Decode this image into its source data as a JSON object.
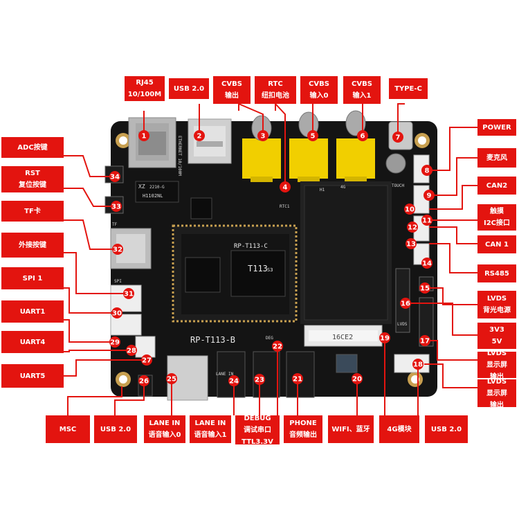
{
  "board": {
    "silk_name": "RP-T113-B",
    "core_module": "RP-T113-C",
    "soc_label": "T113",
    "soc_sub": "S3",
    "conn_label": "16CE2",
    "chip_xz": "XZ",
    "chip_xz_code": "2210-G",
    "chip_xz_part": "H1102NL",
    "silk_4g": "4G",
    "silk_touch": "TOUCH",
    "silk_lane": "LANE IN",
    "silk_spi": "SPI",
    "silk_tf": "TF",
    "silk_deg": "DEG",
    "silk_h1": "H1",
    "silk_rtc": "RTC1",
    "silk_lvds": "LVDS",
    "silk_ethernet": "ETHERNET 10/100M"
  },
  "callouts": [
    {
      "n": "1",
      "lines": [
        "RJ45",
        "10/100M"
      ]
    },
    {
      "n": "2",
      "lines": [
        "USB 2.0"
      ]
    },
    {
      "n": "3",
      "lines": [
        "CVBS",
        "输出"
      ]
    },
    {
      "n": "4",
      "lines": [
        "RTC",
        "纽扣电池"
      ]
    },
    {
      "n": "5",
      "lines": [
        "CVBS",
        "输入0"
      ]
    },
    {
      "n": "6",
      "lines": [
        "CVBS",
        "输入1"
      ]
    },
    {
      "n": "7",
      "lines": [
        "TYPE-C"
      ]
    },
    {
      "n": "8",
      "lines": [
        "POWER"
      ]
    },
    {
      "n": "9",
      "lines": [
        "麦克风"
      ]
    },
    {
      "n": "10",
      "lines": [
        "CAN2"
      ]
    },
    {
      "n": "11",
      "lines": [
        "触摸",
        "I2C接口"
      ]
    },
    {
      "n": "12",
      "lines": [
        "CAN 1"
      ]
    },
    {
      "n": "13",
      "lines": [
        "RS485"
      ]
    },
    {
      "n": "15",
      "lines": [
        "LVDS",
        "背光电源"
      ]
    },
    {
      "n": "16",
      "lines": [
        "3V3",
        "5V"
      ]
    },
    {
      "n": "17",
      "lines": [
        "LVDS",
        "显示屏",
        "输出"
      ]
    },
    {
      "n": "18",
      "lines": [
        "LVDS",
        "显示屏",
        "输出"
      ]
    },
    {
      "n": "19",
      "lines": [
        "4G模块"
      ]
    },
    {
      "n": "18b",
      "lines": [
        "USB 2.0"
      ]
    },
    {
      "n": "20",
      "lines": [
        "WIFI、蓝牙"
      ]
    },
    {
      "n": "21",
      "lines": [
        "PHONE",
        "音频输出"
      ]
    },
    {
      "n": "22",
      "lines": [
        "DEBUG",
        "调试串口",
        "TTL3.3V"
      ]
    },
    {
      "n": "24",
      "lines": [
        "LANE IN",
        "语音输入1"
      ]
    },
    {
      "n": "25",
      "lines": [
        "LANE IN",
        "语音输入0"
      ]
    },
    {
      "n": "25b",
      "lines": [
        "USB 2.0"
      ]
    },
    {
      "n": "26",
      "lines": [
        "MSC"
      ]
    },
    {
      "n": "34",
      "lines": [
        "ADC按键"
      ]
    },
    {
      "n": "33",
      "lines": [
        "RST",
        "复位按键"
      ]
    },
    {
      "n": "32",
      "lines": [
        "TF卡"
      ]
    },
    {
      "n": "31",
      "lines": [
        "外接按键"
      ]
    },
    {
      "n": "30",
      "lines": [
        "SPI 1"
      ]
    },
    {
      "n": "29",
      "lines": [
        "UART1"
      ]
    },
    {
      "n": "28",
      "lines": [
        "UART4"
      ]
    },
    {
      "n": "27",
      "lines": [
        "UART5"
      ]
    }
  ],
  "markers": [
    "1",
    "2",
    "3",
    "4",
    "5",
    "6",
    "7",
    "8",
    "9",
    "10",
    "11",
    "12",
    "13",
    "14",
    "15",
    "16",
    "17",
    "18",
    "19",
    "20",
    "21",
    "22",
    "23",
    "24",
    "25",
    "26",
    "27",
    "28",
    "29",
    "30",
    "31",
    "32",
    "33",
    "34"
  ],
  "colors": {
    "accent": "#e3140f",
    "board": "#141414",
    "gold": "#c8a050",
    "yellow": "#f1cf00"
  }
}
